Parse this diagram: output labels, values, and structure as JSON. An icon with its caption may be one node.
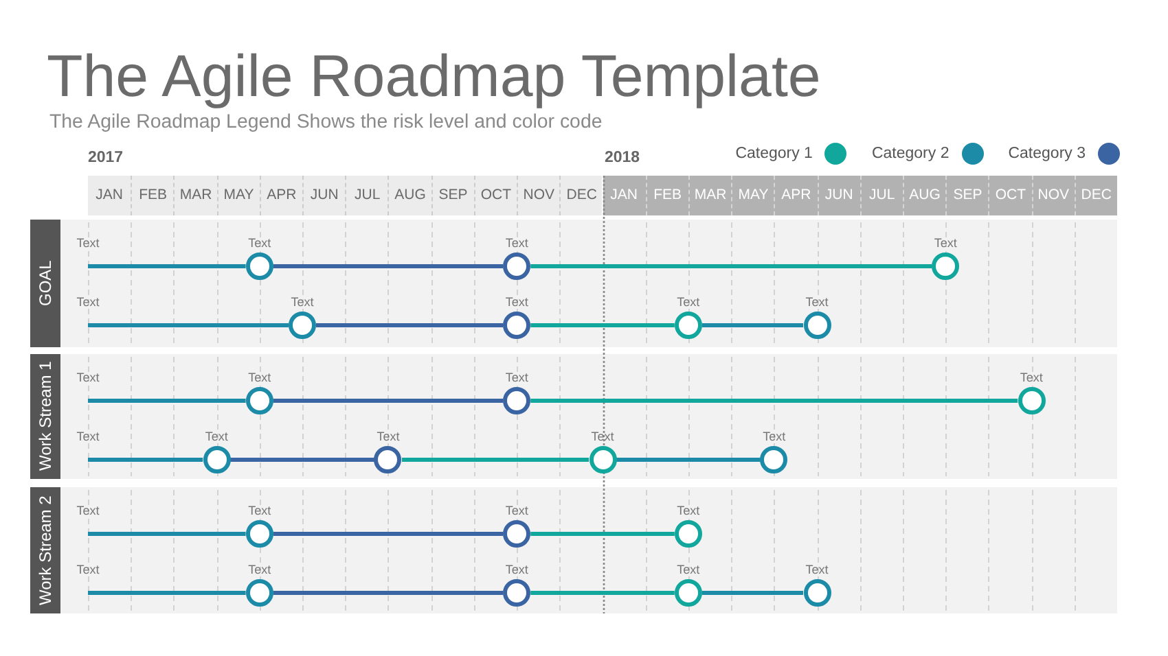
{
  "diagram": {
    "title": "The Agile Roadmap Template",
    "nodes": [
      {
        "text": [
          "GOAL"
        ]
      },
      {
        "text": [],
        "shape": "circle",
        "in": 0,
        "beside": [
          "Text"
        ]
      },
      {
        "text": [],
        "shape": "circle",
        "in": 0,
        "beside": [
          "Text"
        ]
      },
      {
        "text": [],
        "shape": "circle",
        "in": 0,
        "beside": [
          "Text"
        ]
      },
      {
        "text": [],
        "shape": "circle",
        "in": 0,
        "beside": [
          "Text"
        ]
      },
      {
        "text": [],
        "shape": "circle",
        "in": 0,
        "beside": [
          "Text"
        ]
      },
      {
        "text": [],
        "shape": "circle",
        "in": 0,
        "beside": [
          "Text"
        ]
      },
      {
        "text": [],
        "shape": "circle",
        "in": 0,
        "beside": [
          "Text"
        ]
      },
      {
        "text": [
          "Work Stream 1"
        ]
      },
      {
        "text": [],
        "shape": "circle",
        "in": 8,
        "beside": [
          "Text"
        ]
      },
      {
        "text": [],
        "shape": "circle",
        "in": 8,
        "beside": [
          "Text"
        ]
      },
      {
        "text": [],
        "shape": "circle",
        "in": 8,
        "beside": [
          "Text"
        ]
      },
      {
        "text": [],
        "shape": "circle",
        "in": 8,
        "beside": [
          "Text"
        ]
      },
      {
        "text": [],
        "shape": "circle",
        "in": 8,
        "beside": [
          "Text"
        ]
      },
      {
        "text": [],
        "shape": "circle",
        "in": 8,
        "beside": [
          "Text"
        ]
      },
      {
        "text": [],
        "shape": "circle",
        "in": 8,
        "beside": [
          "Text"
        ]
      },
      {
        "text": [
          "Work Stream 2"
        ]
      },
      {
        "text": [],
        "shape": "circle",
        "in": 16,
        "beside": [
          "Text"
        ]
      },
      {
        "text": [],
        "shape": "circle",
        "in": 16,
        "beside": [
          "Text"
        ]
      },
      {
        "text": [],
        "shape": "circle",
        "in": 16,
        "beside": [
          "Text"
        ]
      },
      {
        "text": [],
        "shape": "circle",
        "in": 16,
        "beside": [
          "Text"
        ]
      },
      {
        "text": [],
        "shape": "circle",
        "in": 16,
        "beside": [
          "Text"
        ]
      },
      {
        "text": [],
        "shape": "circle",
        "in": 16,
        "beside": [
          "Text"
        ]
      },
      {
        "text": [],
        "shape": "circle",
        "in": 16,
        "beside": [
          "Text"
        ]
      }
    ],
    "edges": [
      {
        "from": null,
        "to": 1,
        "arrow": "none"
      },
      {
        "from": 1,
        "to": 2,
        "arrow": "none",
        "color": "#3b65a2"
      },
      {
        "from": 2,
        "to": 3,
        "arrow": "none",
        "color": "#12a79c"
      },
      {
        "from": null,
        "to": 4,
        "arrow": "none"
      },
      {
        "from": 4,
        "to": 5,
        "arrow": "none",
        "color": "#3b65a2"
      },
      {
        "from": 5,
        "to": 6,
        "arrow": "none",
        "color": "#12a79c"
      },
      {
        "from": 6,
        "to": 7,
        "arrow": "none"
      },
      {
        "from": null,
        "to": 9,
        "arrow": "none"
      },
      {
        "from": 9,
        "to": 10,
        "arrow": "none",
        "color": "#3b65a2"
      },
      {
        "from": 10,
        "to": 11,
        "arrow": "none",
        "color": "#12a79c"
      },
      {
        "from": null,
        "to": 12,
        "arrow": "none"
      },
      {
        "from": 12,
        "to": 13,
        "arrow": "none",
        "color": "#3b65a2"
      },
      {
        "from": 13,
        "to": 14,
        "arrow": "none",
        "color": "#12a79c"
      },
      {
        "from": 14,
        "to": 15,
        "arrow": "none"
      },
      {
        "from": null,
        "to": 17,
        "arrow": "none"
      },
      {
        "from": 17,
        "to": 18,
        "arrow": "none",
        "color": "#3b65a2"
      },
      {
        "from": 18,
        "to": 19,
        "arrow": "none",
        "color": "#12a79c"
      },
      {
        "from": null,
        "to": 20,
        "arrow": "none"
      },
      {
        "from": 20,
        "to": 21,
        "arrow": "none",
        "color": "#3b65a2"
      },
      {
        "from": 21,
        "to": 22,
        "arrow": "none",
        "color": "#12a79c"
      },
      {
        "from": 22,
        "to": 23,
        "arrow": "none"
      }
    ],
    "labels": [
      "The Agile Roadmap Legend Shows the risk level and color code",
      "2017",
      "2018",
      "JAN",
      "FEB",
      "MAR",
      "MAY",
      "APR",
      "JUN",
      "JUL",
      "AUG",
      "SEP",
      "OCT",
      "NOV",
      "DEC",
      "JAN",
      "FEB",
      "MAR",
      "MAY",
      "APR",
      "JUN",
      "JUL",
      "AUG",
      "SEP",
      "OCT",
      "NOV",
      "DEC",
      "Text",
      "Text",
      "Text",
      "Text",
      "Text",
      "Text"
    ],
    "legend": [
      {
        "text": "Category 1",
        "color": "#12a79c"
      },
      {
        "text": "Category 2",
        "color": "#1b8ba8"
      },
      {
        "text": "Category 3",
        "color": "#3b65a2"
      }
    ]
  }
}
